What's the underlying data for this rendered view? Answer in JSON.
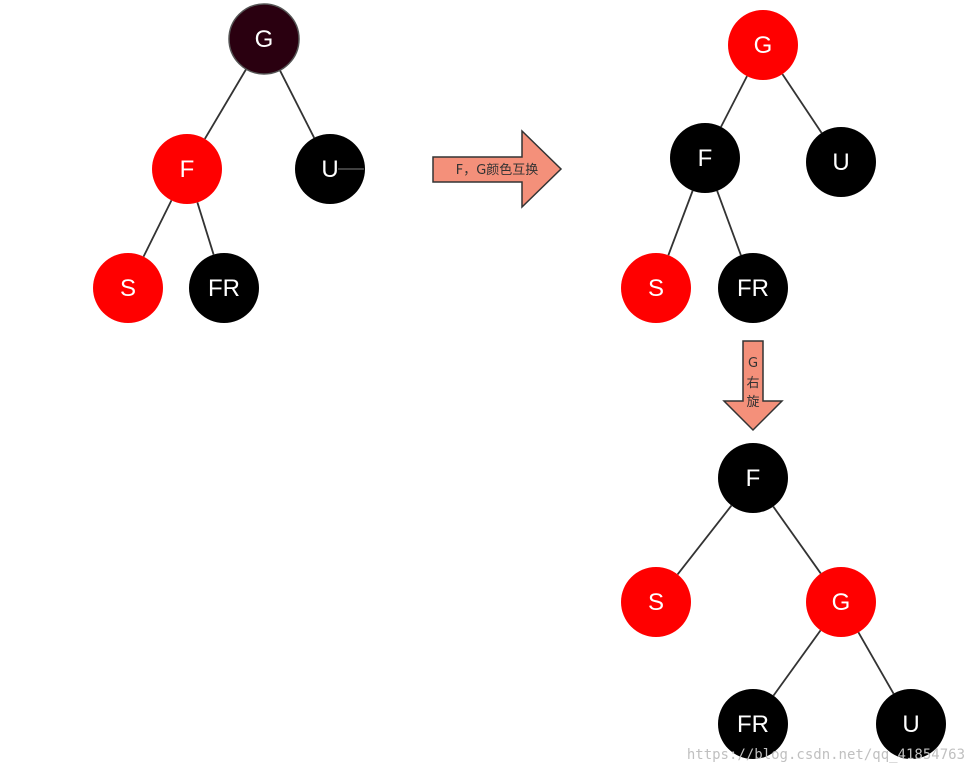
{
  "colors": {
    "red": "#ff0000",
    "black": "#000000",
    "dark_root": "#2a0010",
    "edge": "#333333",
    "arrow_fill": "#f4907a",
    "arrow_stroke": "#333333",
    "label": "#ffffff"
  },
  "diagram_1": {
    "nodes": [
      {
        "id": "G",
        "label": "G",
        "color": "dark_root"
      },
      {
        "id": "F",
        "label": "F",
        "color": "red"
      },
      {
        "id": "U",
        "label": "U",
        "color": "black"
      },
      {
        "id": "S",
        "label": "S",
        "color": "red"
      },
      {
        "id": "FR",
        "label": "FR",
        "color": "black"
      }
    ],
    "edges": [
      [
        "G",
        "F"
      ],
      [
        "G",
        "U"
      ],
      [
        "F",
        "S"
      ],
      [
        "F",
        "FR"
      ]
    ]
  },
  "arrow_1": {
    "label": "F，G颜色互换",
    "direction": "right"
  },
  "diagram_2": {
    "nodes": [
      {
        "id": "G",
        "label": "G",
        "color": "red"
      },
      {
        "id": "F",
        "label": "F",
        "color": "black"
      },
      {
        "id": "U",
        "label": "U",
        "color": "black"
      },
      {
        "id": "S",
        "label": "S",
        "color": "red"
      },
      {
        "id": "FR",
        "label": "FR",
        "color": "black"
      }
    ],
    "edges": [
      [
        "G",
        "F"
      ],
      [
        "G",
        "U"
      ],
      [
        "F",
        "S"
      ],
      [
        "F",
        "FR"
      ]
    ]
  },
  "arrow_2": {
    "label_lines": [
      "G",
      "右",
      "旋"
    ],
    "direction": "down"
  },
  "diagram_3": {
    "nodes": [
      {
        "id": "F",
        "label": "F",
        "color": "black"
      },
      {
        "id": "S",
        "label": "S",
        "color": "red"
      },
      {
        "id": "G",
        "label": "G",
        "color": "red"
      },
      {
        "id": "FR",
        "label": "FR",
        "color": "black"
      },
      {
        "id": "U",
        "label": "U",
        "color": "black"
      }
    ],
    "edges": [
      [
        "F",
        "S"
      ],
      [
        "F",
        "G"
      ],
      [
        "G",
        "FR"
      ],
      [
        "G",
        "U"
      ]
    ]
  },
  "watermark": "https://blog.csdn.net/qq_41854763"
}
